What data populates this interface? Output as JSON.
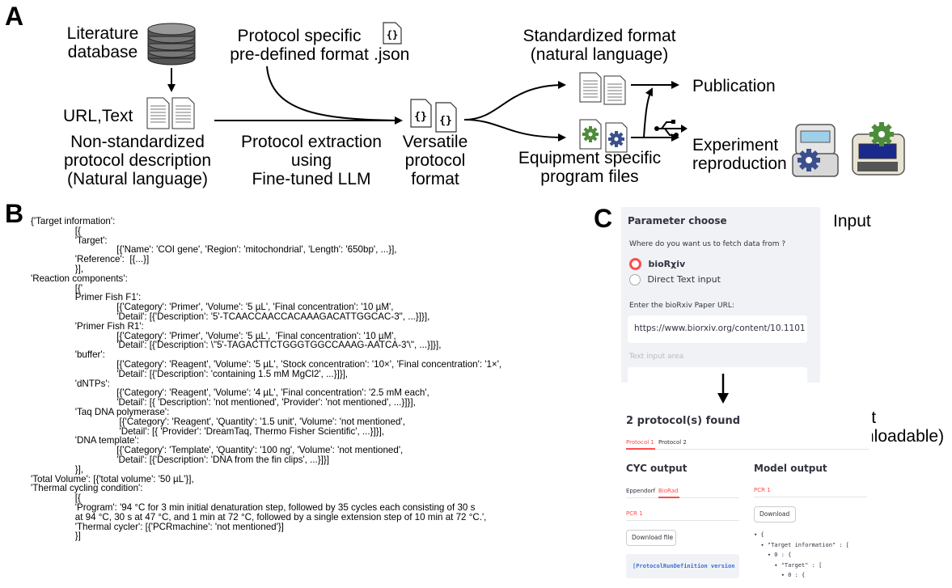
{
  "panel_a": {
    "letter": "A",
    "lit_db_line1": "Literature",
    "lit_db_line2": "database",
    "url_text": "URL,Text",
    "nonstd_line1": "Non-standardized",
    "nonstd_line2": "protocol description",
    "nonstd_line3": "(Natural language)",
    "proto_specific_line1": "Protocol specific",
    "proto_specific_line2": "pre-defined format",
    "json_ext": ".json",
    "extraction_line1": "Protocol extraction",
    "extraction_line2": "using",
    "extraction_line3": "Fine-tuned LLM",
    "versatile_line1": "Versatile",
    "versatile_line2": "protocol",
    "versatile_line3": "format",
    "standardized_line1": "Standardized format",
    "standardized_line2": "(natural language)",
    "equipment_line1": "Equipment specific",
    "equipment_line2": "program files",
    "publication": "Publication",
    "experiment_line1": "Experiment",
    "experiment_line2": "reproduction"
  },
  "panel_b": {
    "letter": "B",
    "code_lines": [
      "{'Target information':",
      "                 [{",
      "                 'Target':",
      "                                 [{'Name': 'COI gene', 'Region': 'mitochondrial', 'Length': '650bp', ...}],",
      "                 'Reference':  [{...}]",
      "                 }],",
      "'Reaction components':",
      "                 [{'",
      "                 Primer Fish F1':",
      "                                 [{'Category': 'Primer', 'Volume': '5 µL', 'Final concentration': '10 µM',",
      "                                 'Detail': [{'Description': '5'-TCAACCAACCACAAAGACATTGGCAC-3\", ...}]}],",
      "                 'Primer Fish R1':",
      "                                 [{'Category': 'Primer', 'Volume': '5 µL',  'Final concentration': '10 µM',",
      "                                 'Detail': [{'Description': \\\"5'-TAGACTTCTGGGTGGCCAAAG-AATCA-3'\\\", ...}]}],",
      "                 'buffer':",
      "                                 [{'Category': 'Reagent', 'Volume': '5 µL', 'Stock concentration': '10×', 'Final concentration': '1×',",
      "                                 'Detail': [{'Description': 'containing 1.5 mM MgCl2', ...}]}],",
      "                 'dNTPs':",
      "                                 [{'Category': 'Reagent', 'Volume': '4 µL', 'Final concentration': '2.5 mM each',",
      "                                 'Detail': [{ 'Description': 'not mentioned', 'Provider': 'not mentioned', ...}]}],",
      "                 'Taq DNA polymerase':",
      "                                  [{'Category': 'Reagent', 'Quantity': '1.5 unit', 'Volume': 'not mentioned',",
      "                                  'Detail': [{ 'Provider': 'DreamTaq, Thermo Fisher Scientific', ...}]}],",
      "                 'DNA template':",
      "                                 [{'Category': 'Template', 'Quantity': '100 ng', 'Volume': 'not mentioned',",
      "                                 'Detail': [{'Description': 'DNA from the fin clips', ...}]}]",
      "                 }],",
      "'Total Volume': [{'total volume': '50 µL'}],",
      "'Thermal cycling condition':",
      "                 [{",
      "                 'Program': '94 °C for 3 min initial denaturation step, followed by 35 cycles each consisting of 30 s",
      "                 at 94 °C, 30 s at 47 °C, and 1 min at 72 °C, followed by a single extension step of 10 min at 72 °C.',",
      "                 'Thermal cycler': [{'PCRmachine': 'not mentioned'}]",
      "                 }]"
    ]
  },
  "panel_c": {
    "letter": "C",
    "input_label": "Input",
    "output_label_line1": "Output",
    "output_label_line2": "(Downloadable)",
    "param_title": "Parameter choose",
    "fetch_question": "Where do you want us to fetch data from ?",
    "radio_option_1": "bioRχiv",
    "radio_option_2": "Direct Text input",
    "url_prompt": "Enter the bioRxiv Paper URL:",
    "url_value": "https://www.biorxiv.org/content/10.1101",
    "text_area_label": "Text input area",
    "protocols_found": "2 protocol(s) found",
    "tab_protocol_1": "Protocol 1",
    "tab_protocol_2": "Protocol 2",
    "cyc_output": "CYC output",
    "model_output": "Model output",
    "tab_eppendorf": "Eppendorf",
    "tab_biorad": "BioRad",
    "pcr1_left": "PCR 1",
    "pcr1_right": "PCR 1",
    "download_file": "Download file",
    "download": "Download",
    "code_snippet": "[ProtocolRunDefinition version",
    "json_lines": [
      "▾ {",
      "  ▾ \"Target information\" : [",
      "    ▾ 0 : {",
      "      ▾ \"Target\" : [",
      "        ▾ 0 : {"
    ],
    "accent_color": "#ff4b4b"
  }
}
